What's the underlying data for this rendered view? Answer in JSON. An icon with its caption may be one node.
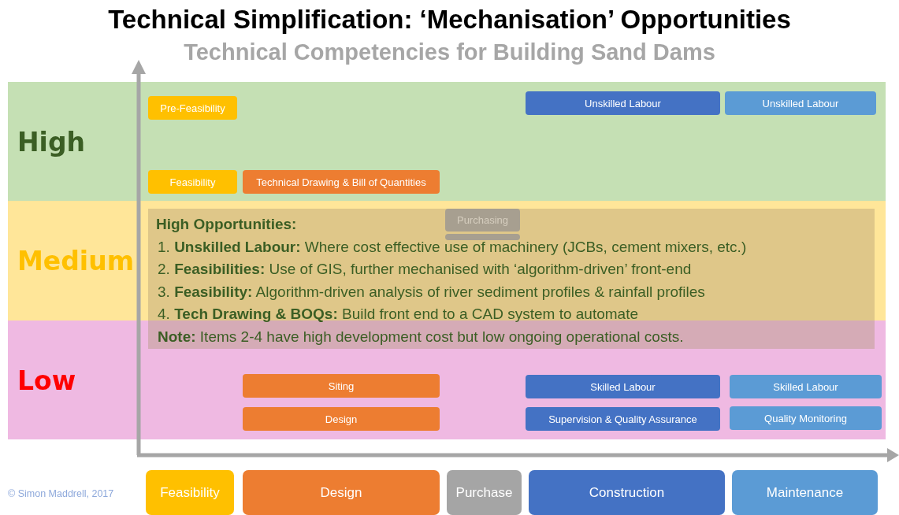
{
  "diagram": {
    "title": "Technical Simplification: ‘Mechanisation’ Opportunities",
    "nodes": [
      {
        "text": [
          "High"
        ]
      },
      {
        "text": [
          "Pre-Feasibility"
        ],
        "in": 0
      },
      {
        "text": [
          "Unskilled Labour"
        ],
        "in": 0
      },
      {
        "text": [
          "Unskilled Labour"
        ],
        "in": 0
      },
      {
        "text": [
          "Feasibility"
        ],
        "in": 0
      },
      {
        "text": [
          "Technical Drawing & Bill of Quantities"
        ],
        "in": 0
      },
      {
        "text": [
          "Medium"
        ]
      },
      {
        "text": [
          "Purchasing"
        ]
      },
      {
        "text": [],
        "shape": "box"
      },
      {
        "text": [
          "High Opportunities:",
          "1. **Unskilled Labour:** Where cost effective use of machinery (JCBs, cement mixers, etc.)",
          "2. **Feasibilities:** Use of GIS, further mechanised with ‘algorithm-driven’ front-end",
          "3. **Feasibility:** Algorithm-driven analysis of river sediment profiles & rainfall profiles",
          "4. **Tech Drawing & BOQs:** Build front end to a CAD system to automate",
          "**Note:** Items 2-4 have high development cost but low ongoing operational costs."
        ]
      },
      {
        "text": [
          "Low"
        ]
      },
      {
        "text": [
          "Siting"
        ],
        "in": 10
      },
      {
        "text": [
          "Skilled Labour"
        ],
        "in": 10
      },
      {
        "text": [
          "Skilled Labour"
        ],
        "in": 10
      },
      {
        "text": [
          "Design"
        ],
        "in": 10
      },
      {
        "text": [
          "Supervision & Quality Assurance"
        ],
        "in": 10
      },
      {
        "text": [
          "Quality Monitoring"
        ],
        "in": 10
      },
      {
        "text": [
          "Feasibility"
        ]
      },
      {
        "text": [
          "Design"
        ]
      },
      {
        "text": [
          "Purchase"
        ]
      },
      {
        "text": [
          "Construction"
        ]
      },
      {
        "text": [
          "Maintenance"
        ]
      }
    ],
    "labels": [
      "Technical Competencies for Building Sand Dams",
      "© Simon Maddrell, 2017"
    ]
  }
}
